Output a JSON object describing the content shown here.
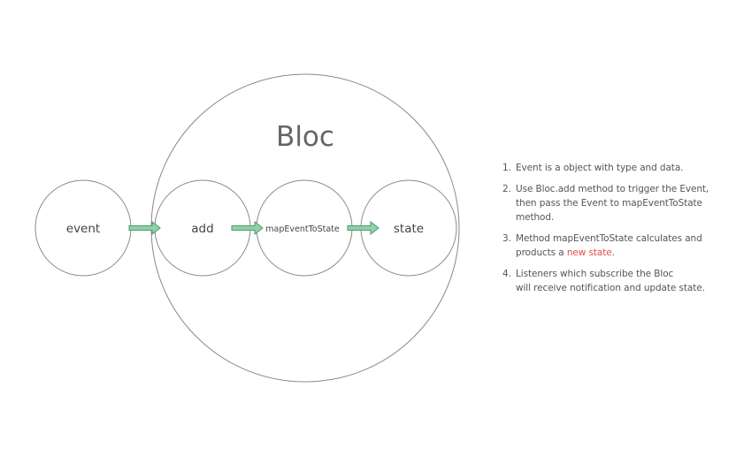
{
  "diagram": {
    "title": "Bloc",
    "nodes": {
      "event": "event",
      "add": "add",
      "map": "mapEventToState",
      "state": "state"
    },
    "colors": {
      "stroke": "#888888",
      "arrow_fill": "#8fd1ab",
      "arrow_stroke": "#4e9a6c",
      "text": "#444444",
      "highlight": "#e0504a"
    }
  },
  "notes": [
    {
      "num": "1.",
      "text": "Event is a object with type and data."
    },
    {
      "num": "2.",
      "text": "Use Bloc.add method to trigger the Event,\nthen pass the Event to mapEventToState\nmethod."
    },
    {
      "num": "3.",
      "text_before": "Method mapEventToState calculates and\nproducts a ",
      "highlight": "new state",
      "text_after": "."
    },
    {
      "num": "4.",
      "text": "Listeners which subscribe the Bloc\nwill receive notification and update state."
    }
  ]
}
